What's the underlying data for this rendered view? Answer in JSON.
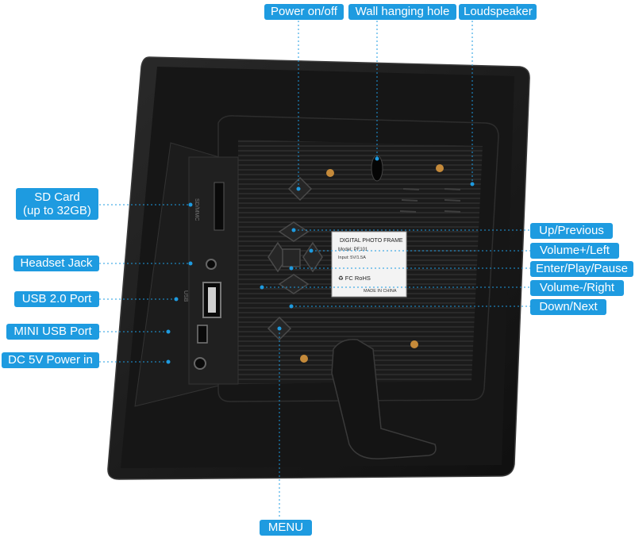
{
  "accent_color": "#1e9be0",
  "callouts": {
    "power": "Power on/off",
    "wall_hole": "Wall hanging hole",
    "speaker": "Loudspeaker",
    "sd_card_line1": "SD Card",
    "sd_card_line2": "(up to 32GB)",
    "headset": "Headset Jack",
    "usb": "USB 2.0 Port",
    "mini_usb": "MINI USB Port",
    "dc_power": "DC 5V Power in",
    "up": "Up/Previous",
    "vol_up": "Volume+/Left",
    "enter": "Enter/Play/Pause",
    "vol_down": "Volume-/Right",
    "down": "Down/Next",
    "menu": "MENU"
  },
  "device_label": {
    "title": "DIGITAL PHOTO FRAME",
    "model": "Model: PF101",
    "input": "Input: 5V/1.5A",
    "certs": "♻ FC RoHS",
    "origin": "MADE IN CHINA"
  },
  "side_marks": {
    "sd": "SD/MMC",
    "usb": "USB"
  }
}
